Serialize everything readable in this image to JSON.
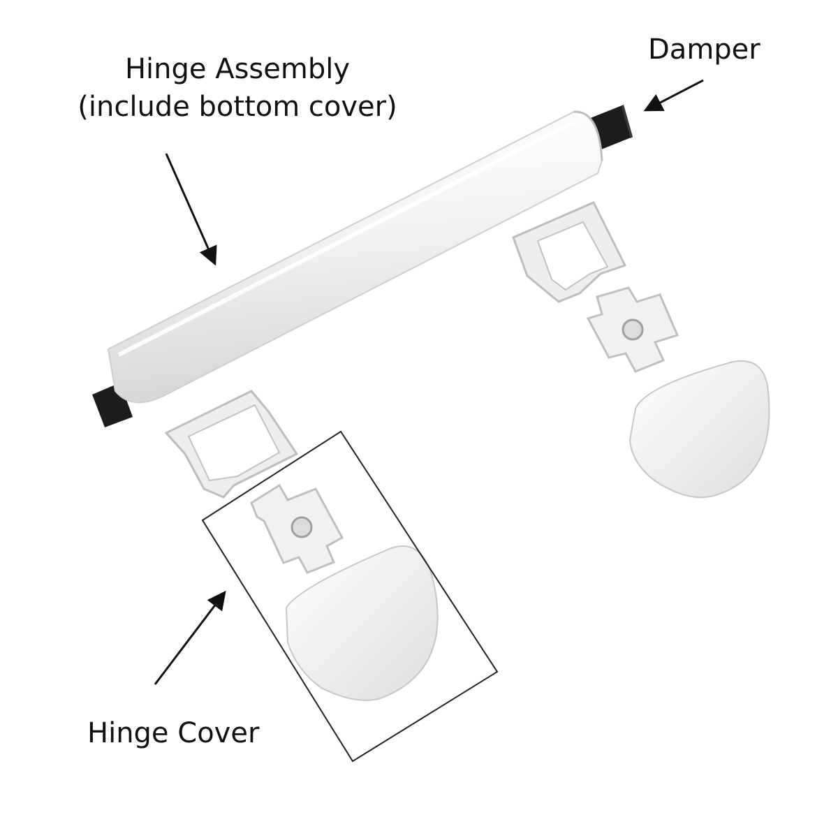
{
  "labels": {
    "hinge_assembly_line1": "Hinge Assembly",
    "hinge_assembly_line2": "(include bottom cover)",
    "damper": "Damper",
    "hinge_cover": "Hinge Cover"
  },
  "colors": {
    "background": "#ffffff",
    "part_white": "#f2f2f2",
    "part_shadow": "#c9c9c9",
    "damper_black": "#1c1c1c",
    "arrow": "#111111"
  }
}
